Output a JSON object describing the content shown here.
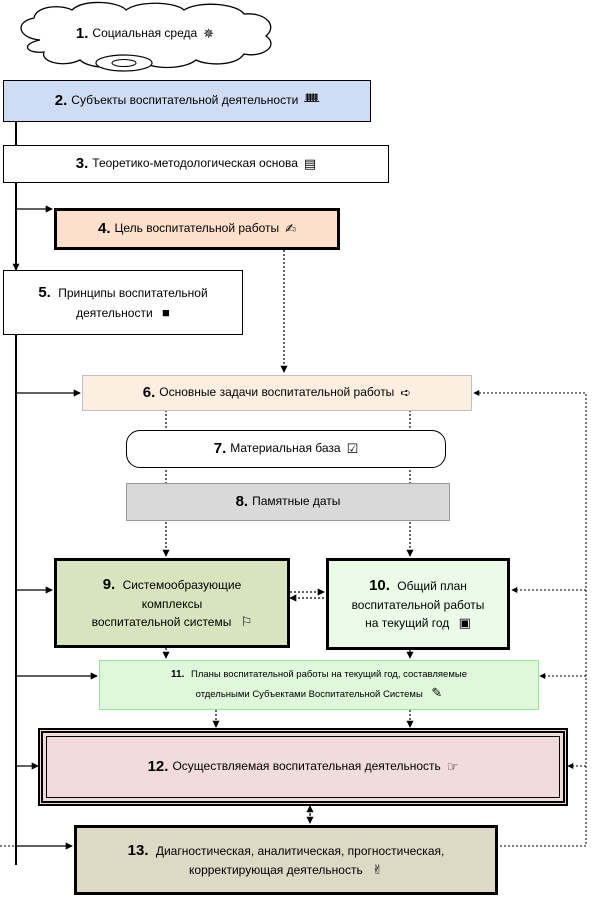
{
  "nodes": {
    "n1": {
      "num": "1.",
      "text": "Социальная среда",
      "icon": "sun-icon",
      "glyph": "✵"
    },
    "n2": {
      "num": "2.",
      "text": "Субъекты воспитательной деятельности",
      "icon": "people-icon",
      "glyph": "ᚙ"
    },
    "n3": {
      "num": "3.",
      "text": "Теоретико-методологическая основа",
      "icon": "books-icon",
      "glyph": "▤"
    },
    "n4": {
      "num": "4.",
      "text": "Цель воспитательной работы",
      "icon": "pencil-icon",
      "glyph": "✍"
    },
    "n5": {
      "num": "5.",
      "line1": "Принципы воспитательной",
      "line2": "деятельности",
      "icon": "square-icon",
      "glyph": "■"
    },
    "n6": {
      "num": "6.",
      "text": "Основные задачи воспитательной работы",
      "icon": "arrow-icon",
      "glyph": "➪"
    },
    "n7": {
      "num": "7.",
      "text": "Материальная база",
      "icon": "checkbox-icon",
      "glyph": "☑"
    },
    "n8": {
      "num": "8.",
      "text": "Памятные даты"
    },
    "n9": {
      "num": "9.",
      "line1": "Системообразующие",
      "line2": "комплексы",
      "line3": "воспитательной системы",
      "icon": "flag-icon",
      "glyph": "⚐"
    },
    "n10": {
      "num": "10.",
      "line1": "Общий план",
      "line2": "воспитательной работы",
      "line3": "на текущий год",
      "icon": "calendar-icon",
      "glyph": "▣"
    },
    "n11": {
      "num": "11.",
      "line1": "Планы воспитательной работы на текущий год, составляемые",
      "line2": "отдельными Субъектами Воспитательной Системы",
      "icon": "sign-icon",
      "glyph": "✎"
    },
    "n12": {
      "num": "12.",
      "text": "Осуществляемая воспитательная деятельность",
      "icon": "hand-icon",
      "glyph": "☞"
    },
    "n13": {
      "num": "13.",
      "line1": "Диагностическая, аналитическая, прогностическая,",
      "line2": "корректирующая деятельность",
      "icon": "hands-icon",
      "glyph": "✌"
    }
  },
  "colors": {
    "n2_fill": "#cfddf4",
    "n4_fill": "#fde0cb",
    "n6_fill": "#fdeee2",
    "n8_fill": "#d9d9d9",
    "n9_fill": "#d8e4bd",
    "n10_fill": "#eafbe8",
    "n11_fill": "#dff8da",
    "n11_border": "#9be19b",
    "n12_fill": "#f2dcdb",
    "n13_fill": "#ddd9c4"
  }
}
